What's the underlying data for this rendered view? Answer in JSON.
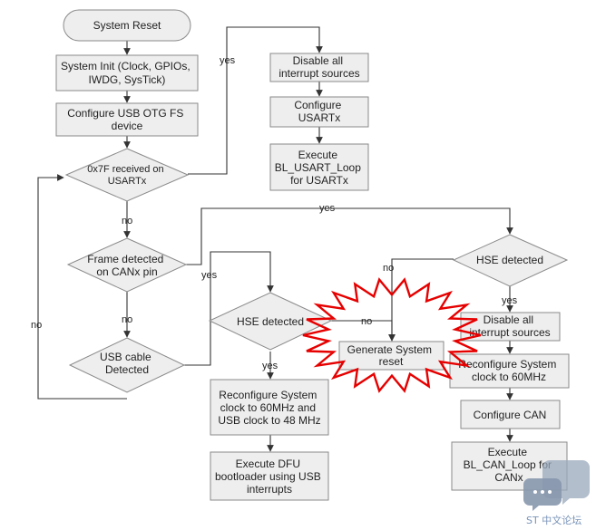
{
  "nodes": {
    "system_reset": [
      "System Reset"
    ],
    "system_init": [
      "System Init (Clock, GPIOs,",
      "IWDG, SysTick)"
    ],
    "configure_usb": [
      "Configure USB OTG FS",
      "device"
    ],
    "dec_0x7f": [
      "0x7F received on",
      "USARTx"
    ],
    "disable_irq_usart": [
      "Disable all",
      "interrupt sources"
    ],
    "configure_usart": [
      "Configure",
      "USARTx"
    ],
    "execute_usart_loop": [
      "Execute",
      "BL_USART_Loop",
      "for USARTx"
    ],
    "dec_frame": [
      "Frame detected",
      "on CANx pin"
    ],
    "dec_usb_cable": [
      "USB cable",
      "Detected"
    ],
    "dec_hse_usb": [
      "HSE detected"
    ],
    "reconfig_usb": [
      "Reconfigure System",
      "clock to 60MHz and",
      "USB clock to 48 MHz"
    ],
    "execute_dfu": [
      "Execute DFU",
      "bootloader using USB",
      "interrupts"
    ],
    "generate_reset": [
      "Generate System",
      "reset"
    ],
    "dec_hse_can": [
      "HSE detected"
    ],
    "disable_irq_can": [
      "Disable all",
      "interrupt sources"
    ],
    "reconfig_can": [
      "Reconfigure System",
      "clock to 60MHz"
    ],
    "configure_can": [
      "Configure CAN"
    ],
    "execute_can_loop": [
      "Execute",
      "BL_CAN_Loop for",
      "CANx"
    ]
  },
  "edge_labels": {
    "yes": "yes",
    "no": "no"
  },
  "watermark": "ST 中文论坛",
  "colors": {
    "box_fill": "#eeeeee",
    "box_stroke": "#8a8a8a",
    "arrow": "#333333",
    "burst_stroke": "#e60000",
    "watermark": "#7a94b8"
  }
}
